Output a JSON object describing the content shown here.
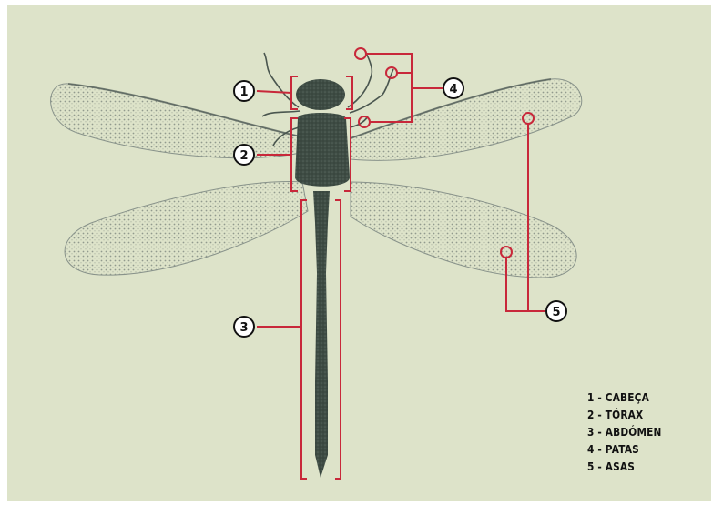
{
  "colors": {
    "background": "#dde3c9",
    "callout": "#c8283a",
    "body": "#3e4c44",
    "wing": "#6d7873",
    "text": "#111111"
  },
  "callouts": [
    {
      "number": "1",
      "part": "head"
    },
    {
      "number": "2",
      "part": "thorax"
    },
    {
      "number": "3",
      "part": "abdomen"
    },
    {
      "number": "4",
      "part": "legs"
    },
    {
      "number": "5",
      "part": "wings"
    }
  ],
  "legend": {
    "items": [
      "1 - CABEÇA",
      "2 - TÓRAX",
      "3 - ABDÓMEN",
      "4 - PATAS",
      "5 - ASAS"
    ]
  }
}
